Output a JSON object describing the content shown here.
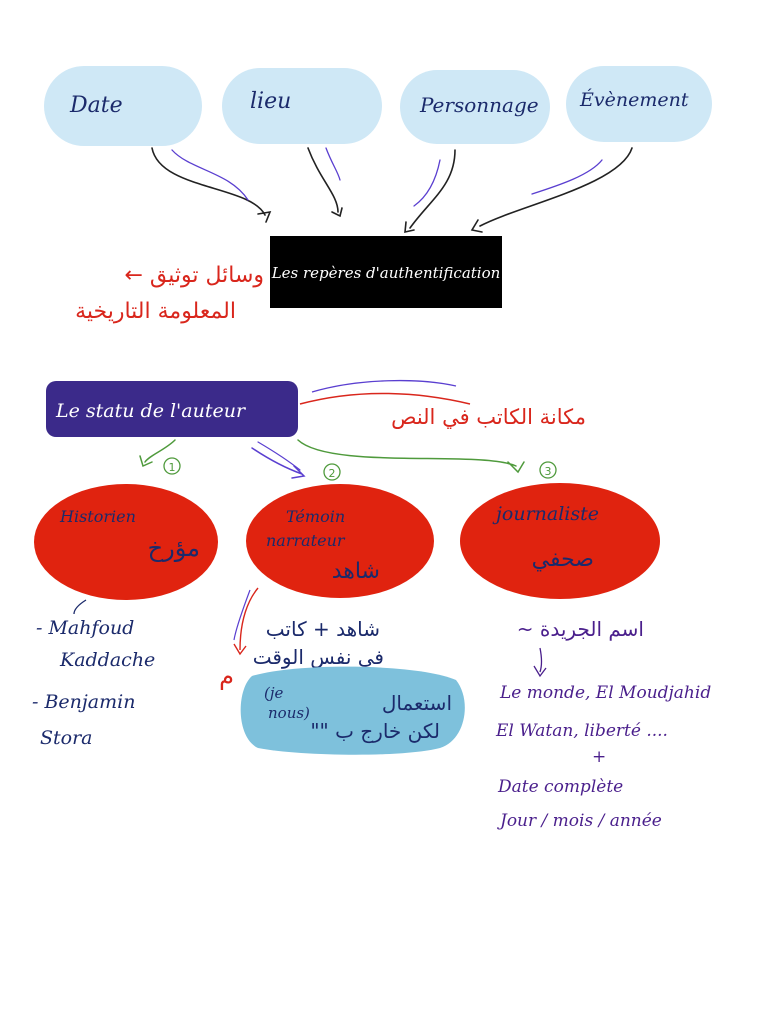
{
  "colors": {
    "pill_fill": "#cfe8f6",
    "box_fill": "#000000",
    "box_text": "#ffffff",
    "author_fill": "#3b2a8a",
    "oval_fill": "#e0230f",
    "speech_fill": "#7ec1dc",
    "ink_dark": "#1b2a6b",
    "ink_purple": "#4a1f8c",
    "ink_red": "#d9261c",
    "ink_green": "#4f9a3c",
    "connector": "#222222"
  },
  "top_labels": [
    "Date",
    "lieu",
    "Personnage",
    "Évènement"
  ],
  "central_box": "Les repères d'authentification",
  "arabic_central_note_line1": "وسائل توثيق ←",
  "arabic_central_note_line2": "المعلومة التاريخية",
  "author_box": "Le statu de l'auteur",
  "arabic_author_note": "مكانة الكاتب في النص",
  "branch_numbers": [
    "1",
    "2",
    "3"
  ],
  "ovals": [
    {
      "fr": "Historien",
      "ar": "مؤرخ"
    },
    {
      "fr": "Témoin narrateur",
      "ar": "شاهد"
    },
    {
      "fr": "journaliste",
      "ar": "صحفي"
    }
  ],
  "historian_examples": [
    "- Mahfoud",
    "Kaddache",
    "- Benjamin",
    "Stora"
  ],
  "witness_note_ar_line1": "شاهد + كاتب",
  "witness_note_ar_line2": "في نفس الوقت",
  "witness_side_ar": "م",
  "speech_fr_line1": "(je",
  "speech_fr_line2": "nous)",
  "speech_ar_line1": "استعمال",
  "speech_ar_line2": "لكن خارج ب \"\"",
  "journal_note_ar": "اسم الجريدة ~",
  "journal_examples": [
    "Le monde, El Moudjahid",
    "El Watan, liberté ....",
    "+",
    "Date complète",
    "Jour / mois / année"
  ],
  "icons": [
    "connector-arrow",
    "circled-number"
  ]
}
